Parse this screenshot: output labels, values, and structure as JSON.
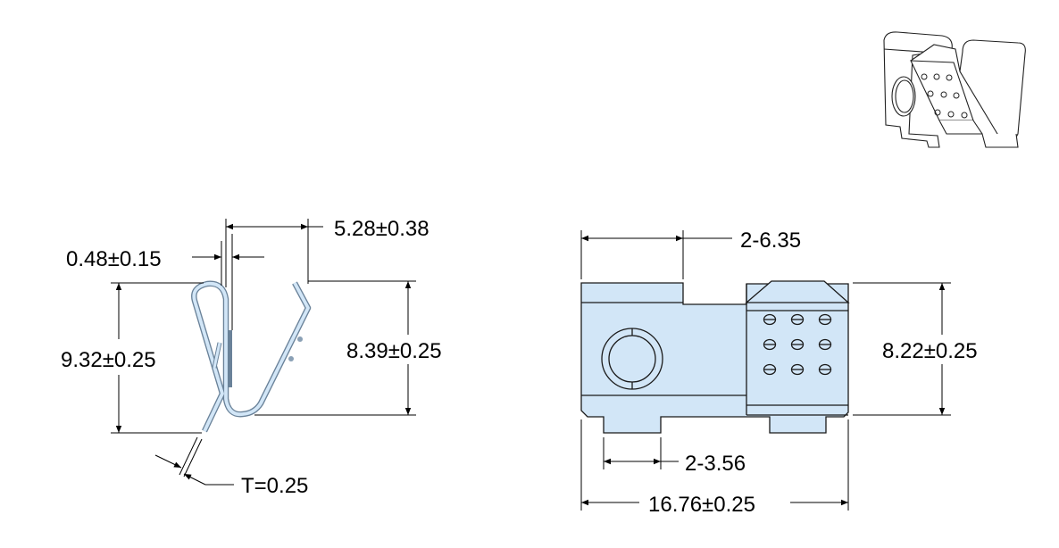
{
  "side_view": {
    "dims": {
      "width_top": "5.28±0.38",
      "gap": "0.48±0.15",
      "height_left": "9.32±0.25",
      "height_right": "8.39±0.25",
      "thickness": "T=0.25"
    }
  },
  "front_view": {
    "dims": {
      "top_width": "2-6.35",
      "height": "8.22±0.25",
      "foot_width": "2-3.56",
      "overall_width": "16.76±0.25"
    }
  },
  "colors": {
    "part_fill": "#d2e6f7",
    "clip_edge": "#6a8299"
  }
}
